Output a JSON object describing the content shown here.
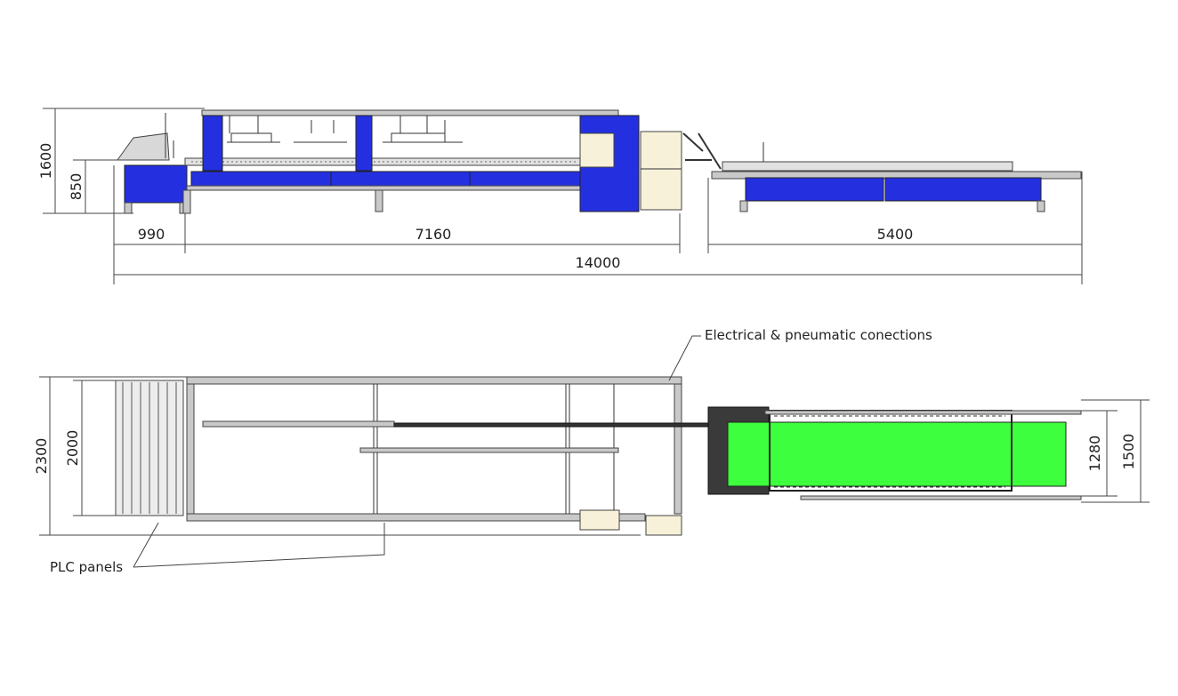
{
  "dimensions": {
    "side_height_total": "1600",
    "side_height_table": "850",
    "len_infeed": "990",
    "len_main": "7160",
    "len_delivery": "5400",
    "len_overall": "14000",
    "top_width_outer": "2300",
    "top_width_inner": "2000",
    "conveyor_belt_width": "1280",
    "conveyor_frame_width": "1500"
  },
  "annotations": {
    "connections": "Electrical & pneumatic conections",
    "plc": "PLC panels"
  },
  "colors": {
    "blue": "#2430e0",
    "dark_blue": "#1a2dbf",
    "green": "#3dff3d",
    "cream": "#f6f1d8",
    "frame_gray": "#c9c9c9",
    "line": "#444444"
  }
}
